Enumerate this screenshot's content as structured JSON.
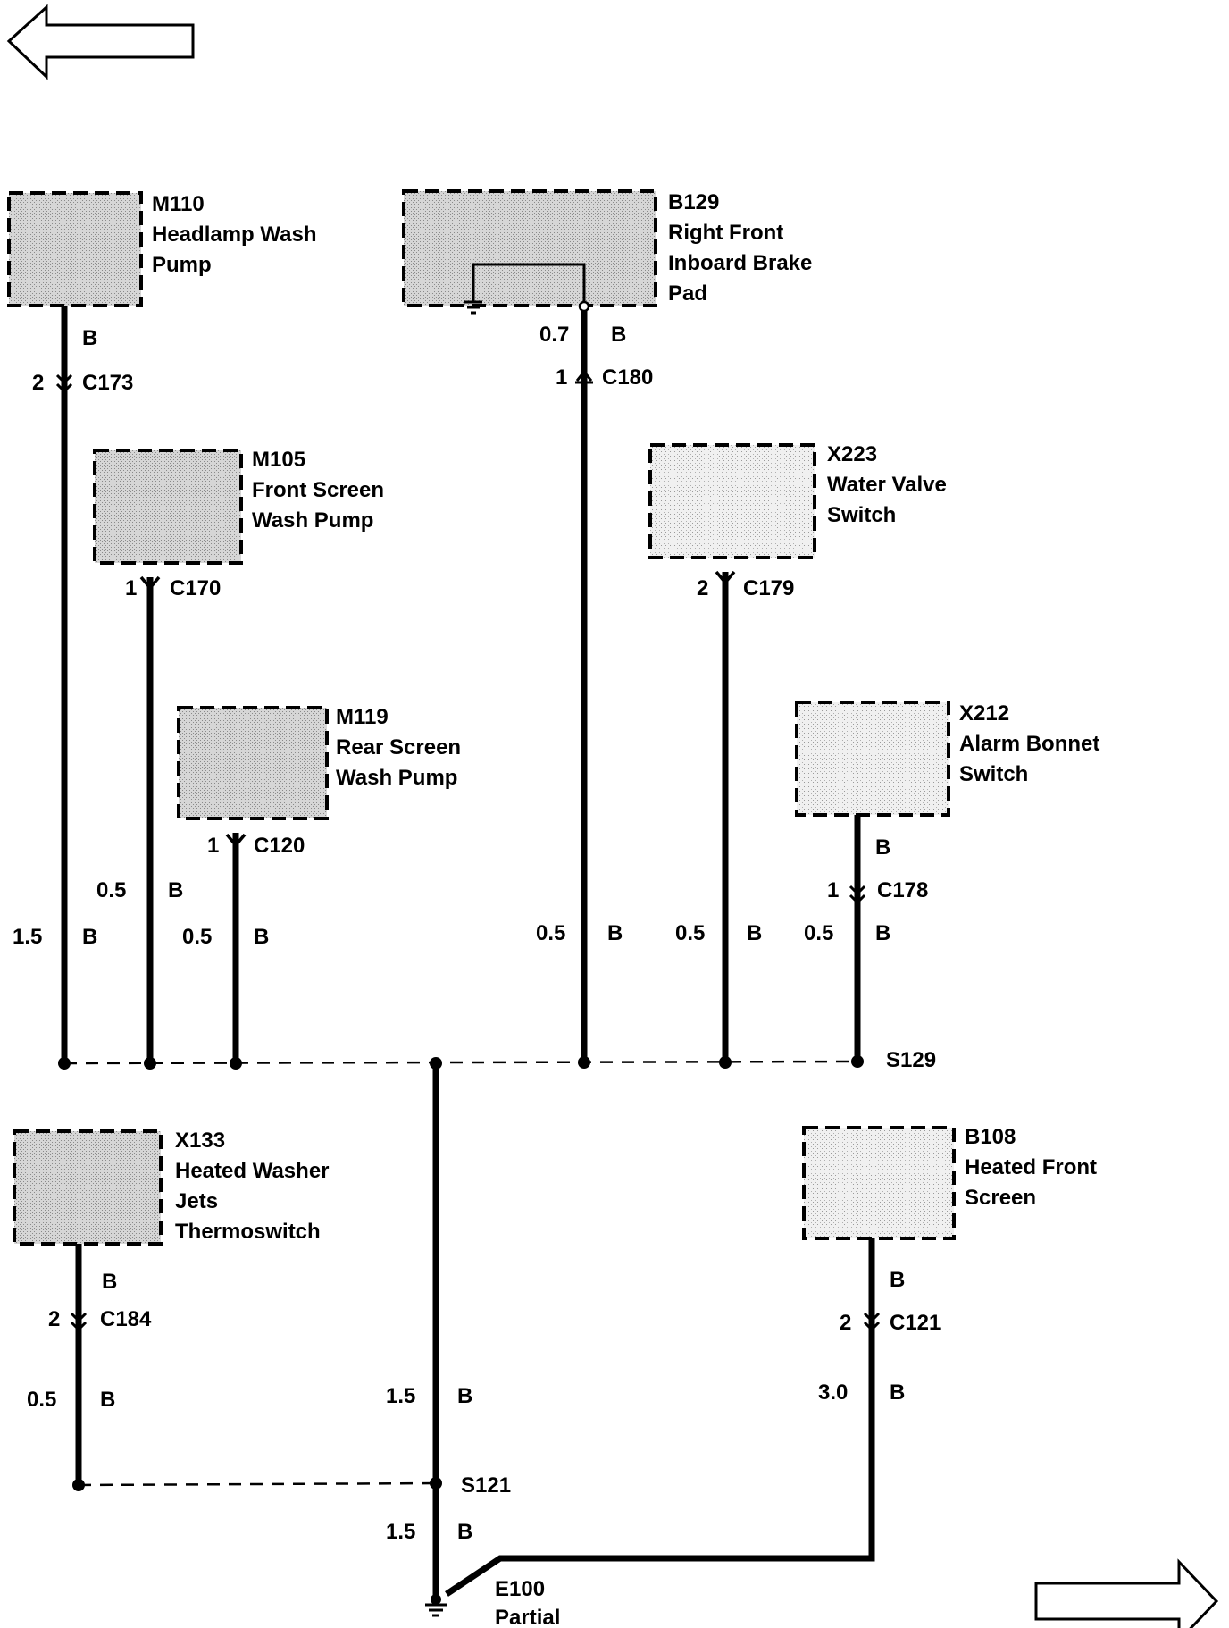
{
  "colors": {
    "box_fill": "#c8c8c8",
    "box_fill_light": "#e4e4e4",
    "ink": "#000000"
  },
  "icons": {
    "nav_back": "left-arrow-icon",
    "nav_forward": "right-arrow-icon",
    "ground": "ground-icon"
  },
  "components": [
    {
      "id": "M110",
      "lines": [
        "M110",
        "Headlamp Wash",
        "Pump"
      ]
    },
    {
      "id": "B129",
      "lines": [
        "B129",
        "Right Front",
        "Inboard Brake",
        "Pad"
      ]
    },
    {
      "id": "M105",
      "lines": [
        "M105",
        "Front Screen",
        "Wash Pump"
      ]
    },
    {
      "id": "X223",
      "lines": [
        "X223",
        "Water Valve",
        "Switch"
      ]
    },
    {
      "id": "M119",
      "lines": [
        "M119",
        "Rear Screen",
        "Wash Pump"
      ]
    },
    {
      "id": "X212",
      "lines": [
        "X212",
        "Alarm Bonnet",
        "Switch"
      ]
    },
    {
      "id": "X133",
      "lines": [
        "X133",
        "Heated Washer",
        "Jets",
        "Thermoswitch"
      ]
    },
    {
      "id": "B108",
      "lines": [
        "B108",
        "Heated Front",
        "Screen"
      ]
    }
  ],
  "connectors": [
    {
      "id": "C173",
      "pin": "2"
    },
    {
      "id": "C180",
      "pin": "1"
    },
    {
      "id": "C170",
      "pin": "1"
    },
    {
      "id": "C179",
      "pin": "2"
    },
    {
      "id": "C120",
      "pin": "1"
    },
    {
      "id": "C178",
      "pin": "1"
    },
    {
      "id": "C184",
      "pin": "2"
    },
    {
      "id": "C121",
      "pin": "2"
    }
  ],
  "wire_color": "B",
  "wire_sizes": {
    "m110_lower": "1.5",
    "m105_lower": "0.5",
    "m119_lower": "0.5",
    "b129_upper": "0.7",
    "b129_lower": "0.5",
    "x223_lower": "0.5",
    "x212_lower": "0.5",
    "x133_lower": "0.5",
    "s129_s121": "1.5",
    "s121_e100": "1.5",
    "b108_lower": "3.0"
  },
  "splices": [
    "S129",
    "S121"
  ],
  "ground": {
    "id": "E100",
    "note": "Partial"
  }
}
